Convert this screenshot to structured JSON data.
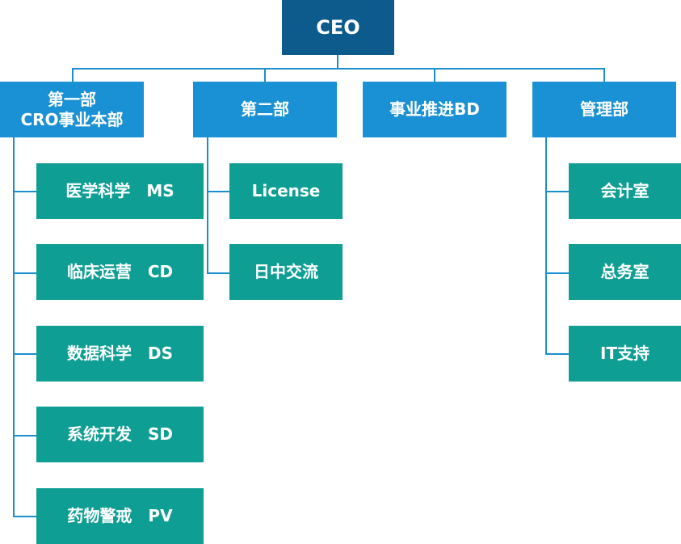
{
  "ceo": "CEO",
  "departments": {
    "d1": {
      "line1": "第一部",
      "line2": "CRO事业本部"
    },
    "d2": "第二部",
    "d3": "事业推进BD",
    "d4": "管理部"
  },
  "d1_units": [
    "医学科学　MS",
    "临床运营　CD",
    "数据科学　DS",
    "系统开发　SD",
    "药物警戒　PV"
  ],
  "d2_units": [
    "License",
    "日中交流"
  ],
  "d4_units": [
    "会计室",
    "总务室",
    "IT支持"
  ],
  "colors": {
    "ceo": "#0d5b8c",
    "department": "#1a91d4",
    "unit": "#0f9e93",
    "connector": "#1a8fcf"
  }
}
